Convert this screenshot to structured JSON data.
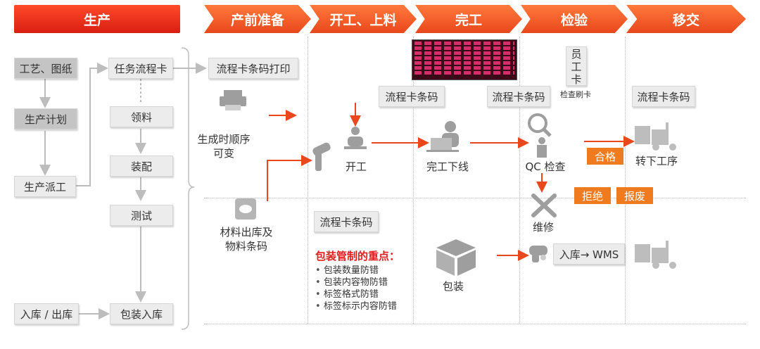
{
  "headers": {
    "main": "生产",
    "stages": [
      "产前准备",
      "开工、上料",
      "完工",
      "检验",
      "移交"
    ]
  },
  "left": {
    "craft": "工艺、图纸",
    "plan": "生产计划",
    "dispatch": "生产派工",
    "io": "入库 / 出库",
    "task_card": "任务流程卡",
    "pick": "领料",
    "assemble": "装配",
    "test": "测试",
    "pack_in": "包装入库"
  },
  "flow": {
    "print": "流程卡条码打印",
    "seq_line1": "生成时顺序",
    "seq_line2": "可变",
    "material_line1": "材料出库及",
    "material_line2": "物料条码",
    "barcode": "流程卡条码",
    "start": "开工",
    "finish": "完工下线",
    "employee_card": "员\n工\n卡",
    "check_swipe": "检查刷卡",
    "qc": "QC 检查",
    "pass": "合格",
    "reject": "拒绝",
    "scrap": "报废",
    "next_proc": "转下工序",
    "repair": "维修",
    "pack": "包装",
    "wms": "入库→ WMS"
  },
  "notes": {
    "title": "包装管制的重点：",
    "items": [
      "包装数量防错",
      "包装内容物防错",
      "标签格式防错",
      "标签标示内容防错"
    ]
  },
  "colors": {
    "accent": "#f07a1e",
    "header_red": "#e1251b",
    "arrow": "#e9471c"
  }
}
